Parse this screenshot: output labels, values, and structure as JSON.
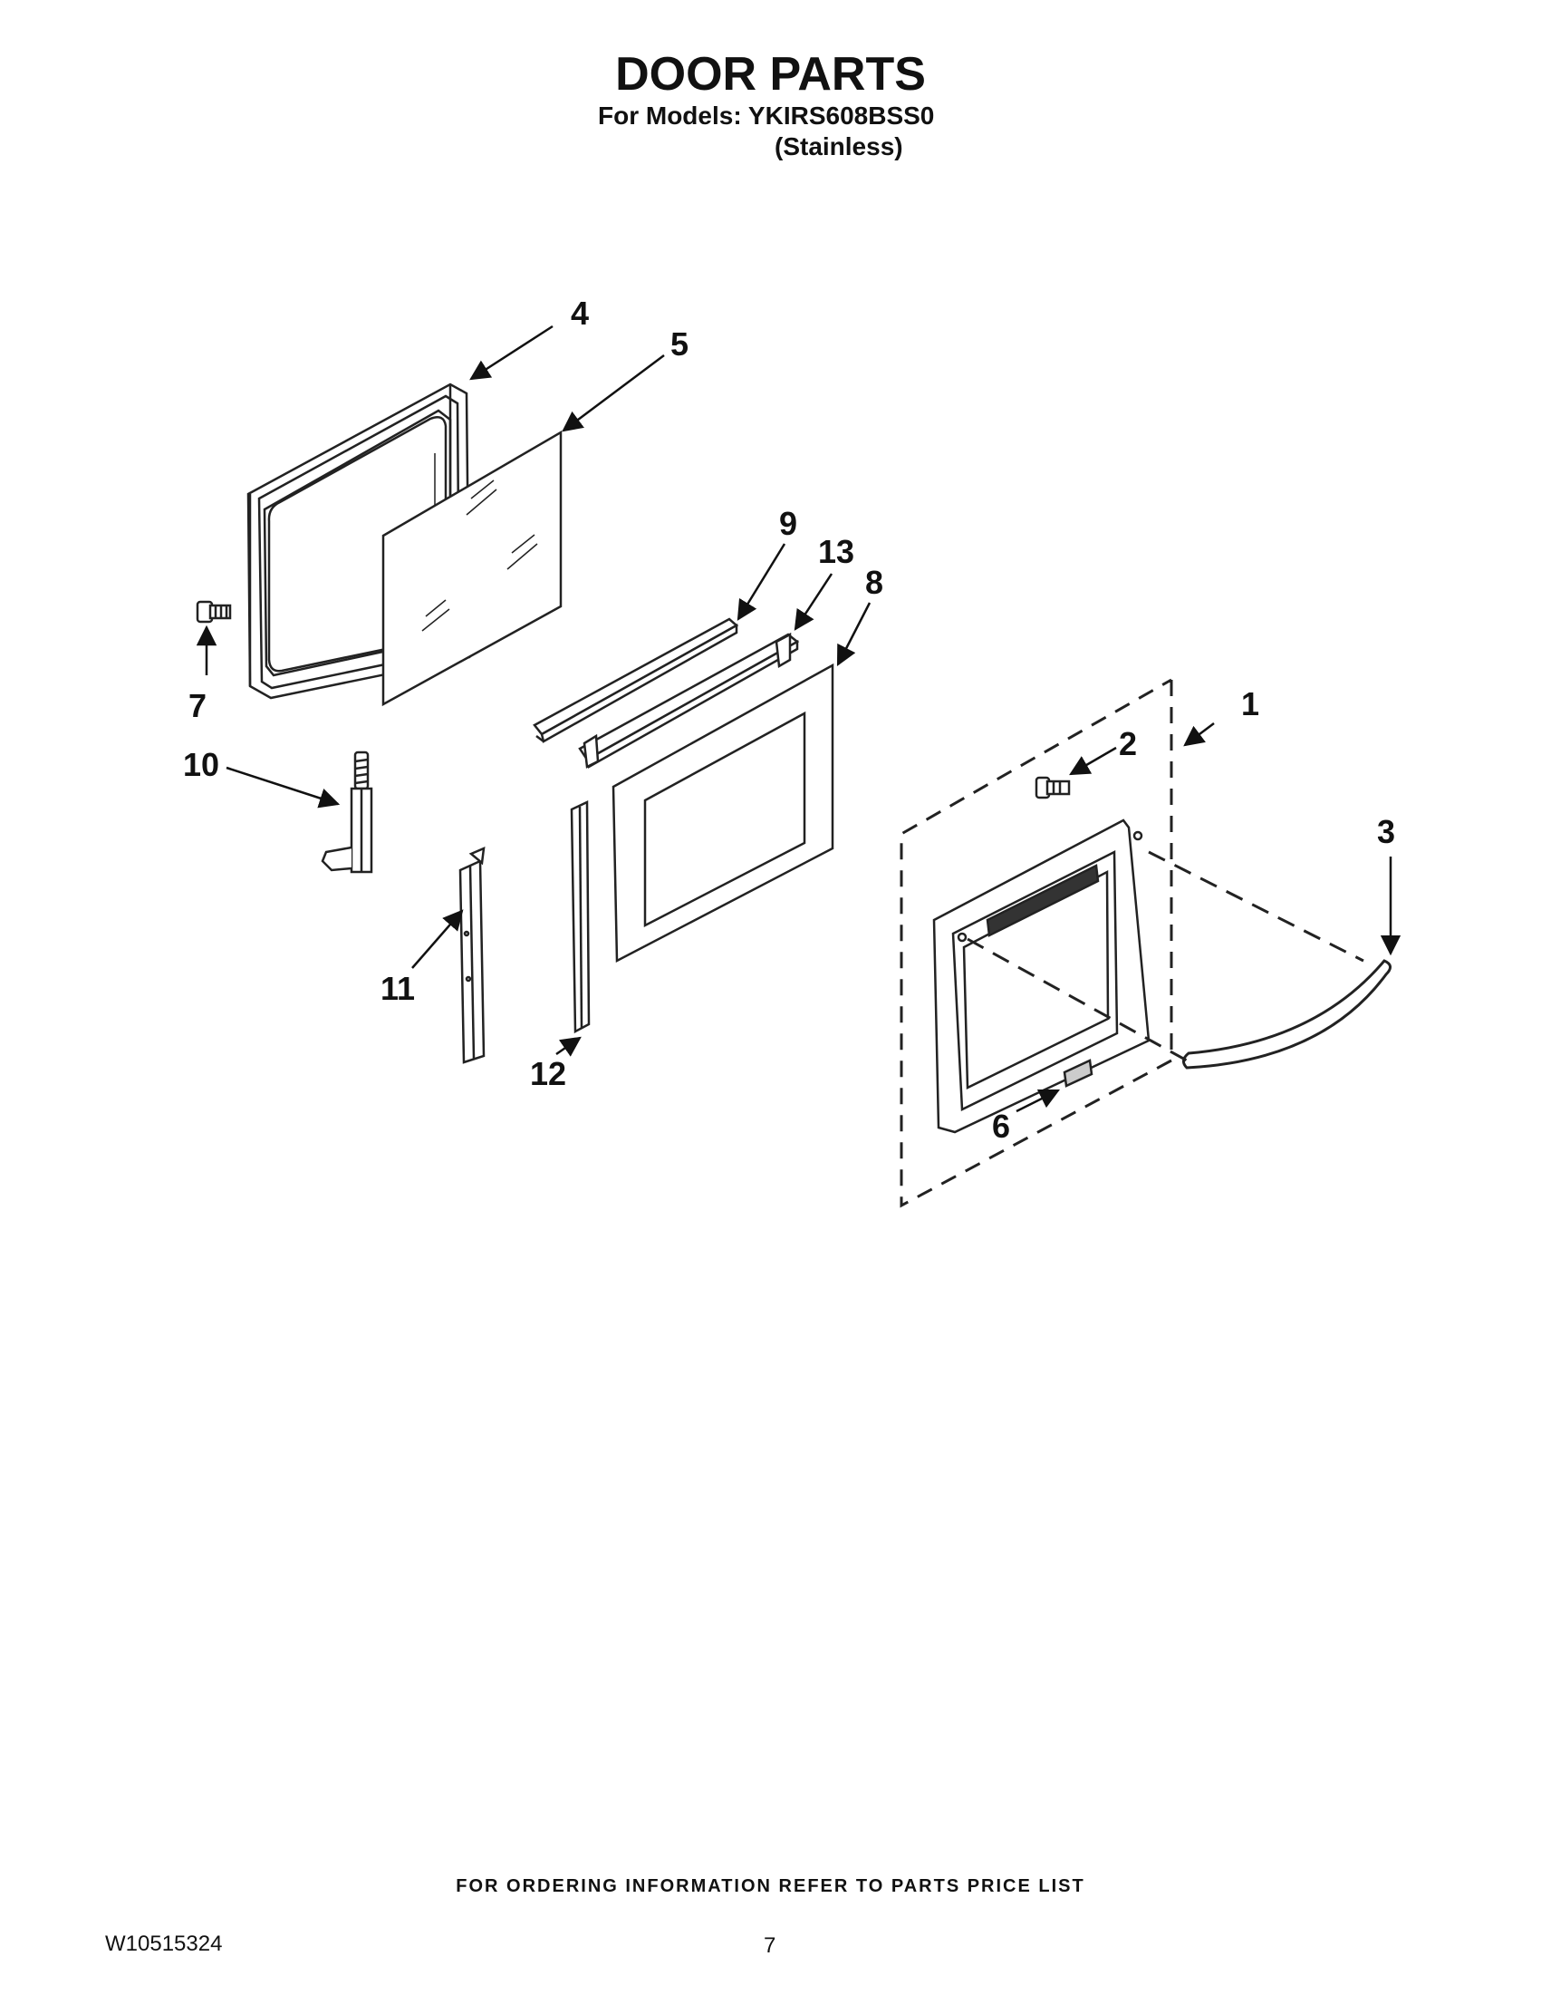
{
  "header": {
    "title": "DOOR PARTS",
    "models_line": "For Models: YKIRS608BSS0",
    "finish_line": "(Stainless)"
  },
  "callouts": {
    "c1": "1",
    "c2": "2",
    "c3": "3",
    "c4": "4",
    "c5": "5",
    "c6": "6",
    "c7": "7",
    "c8": "8",
    "c9": "9",
    "c10": "10",
    "c11": "11",
    "c12": "12",
    "c13": "13"
  },
  "footer": {
    "ordering_note": "FOR ORDERING INFORMATION REFER TO PARTS PRICE LIST",
    "document_number": "W10515324",
    "page_number": "7"
  }
}
